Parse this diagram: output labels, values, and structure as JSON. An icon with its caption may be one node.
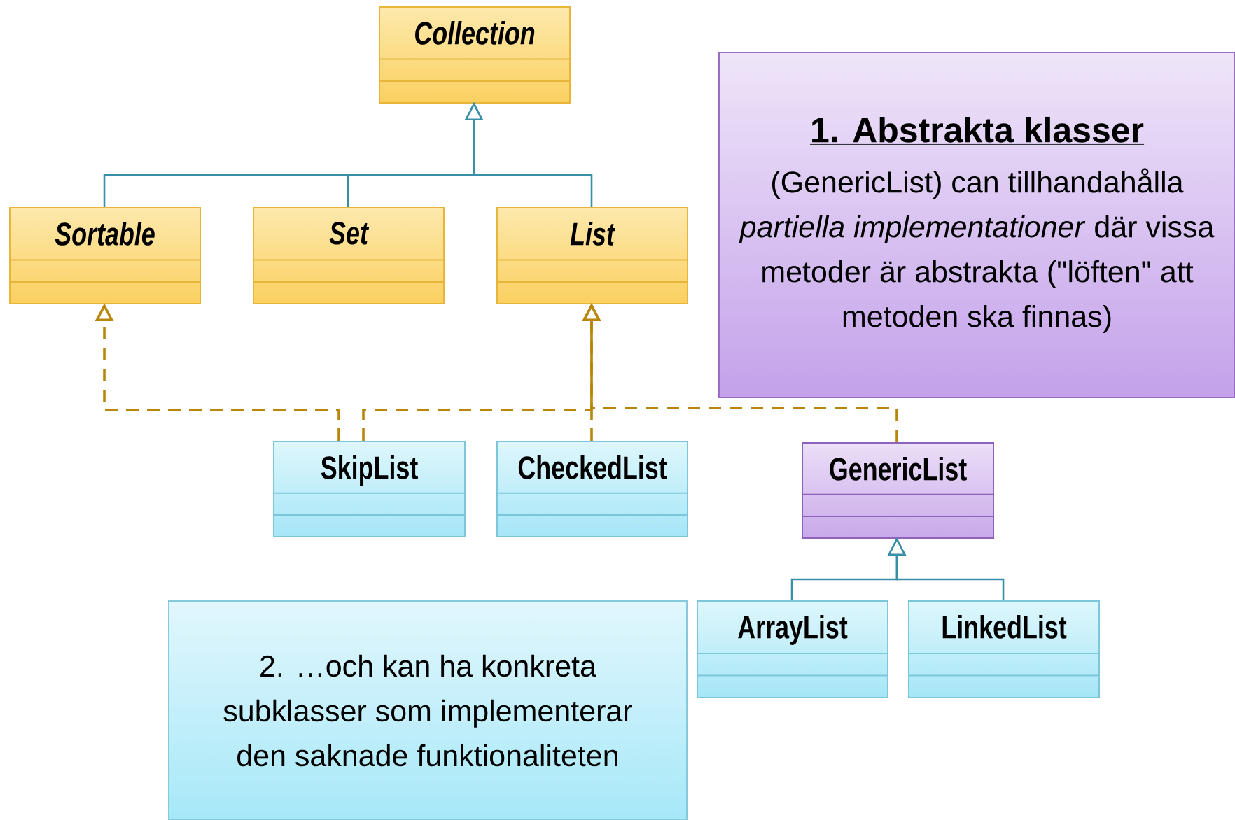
{
  "diagram": {
    "nodes": [
      {
        "text": [
          "Collection"
        ]
      },
      {
        "text": [
          "Sortable"
        ]
      },
      {
        "text": [
          "Set"
        ]
      },
      {
        "text": [
          "List"
        ]
      },
      {
        "text": [
          "SkipList"
        ]
      },
      {
        "text": [
          "CheckedList"
        ]
      },
      {
        "text": [
          "GenericList"
        ]
      },
      {
        "text": [
          "ArrayList"
        ]
      },
      {
        "text": [
          "LinkedList"
        ]
      },
      {
        "text": [
          "1. Abstrakta klasser",
          "(GenericList) can tillhandahålla *partiella implementationer* där vissa metoder är abstrakta (\"löften\" att metoden ska finnas)"
        ]
      },
      {
        "text": [
          "2. …och kan ha konkreta subklasser som implementerar den saknade funktionaliteten"
        ]
      }
    ],
    "edges": [
      {
        "from": 1,
        "to": 0,
        "arrow": "to"
      },
      {
        "from": 2,
        "to": 0,
        "arrow": "to"
      },
      {
        "from": 3,
        "to": 0,
        "arrow": "to"
      },
      {
        "from": 4,
        "to": 1,
        "arrow": "to",
        "style": "dashed",
        "color": "#b8860b"
      },
      {
        "from": 4,
        "to": 3,
        "arrow": "to",
        "style": "dashed",
        "color": "#b8860b"
      },
      {
        "from": 5,
        "to": 3,
        "arrow": "to",
        "style": "dashed",
        "color": "#b8860b"
      },
      {
        "from": 6,
        "to": 3,
        "arrow": "to",
        "style": "dashed",
        "color": "#b8860b"
      },
      {
        "from": 7,
        "to": 6,
        "arrow": "to"
      },
      {
        "from": 8,
        "to": 6,
        "arrow": "to"
      }
    ]
  }
}
